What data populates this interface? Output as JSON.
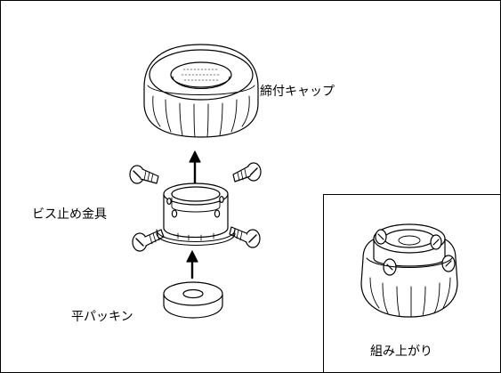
{
  "labels": {
    "cap": "締付キャップ",
    "bracket": "ビス止め金具",
    "packing": "平パッキン",
    "assembled": "組み上がり"
  },
  "colors": {
    "line": "#000000",
    "background": "#ffffff"
  }
}
